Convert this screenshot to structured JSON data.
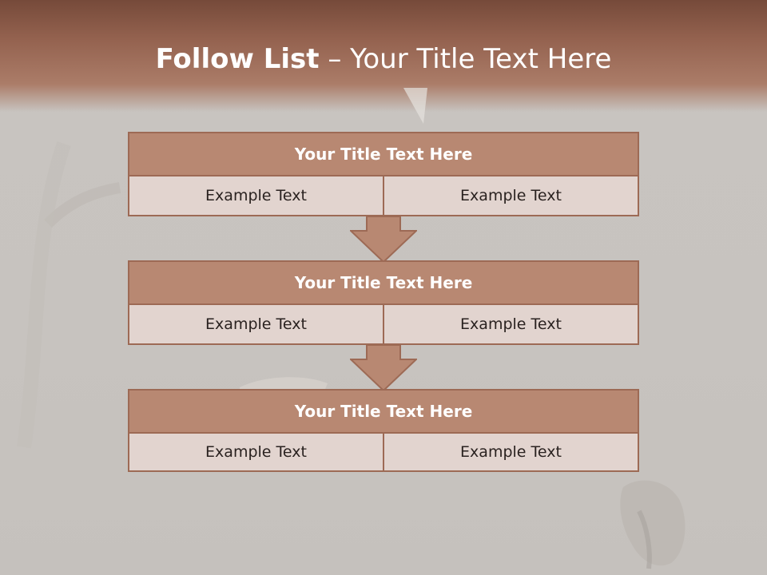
{
  "slide": {
    "title_bold": "Follow List",
    "title_rest": " – Your Title Text Here"
  },
  "steps": [
    {
      "title": "Your Title Text Here",
      "left": "Example Text",
      "right": "Example Text"
    },
    {
      "title": "Your Title Text Here",
      "left": "Example Text",
      "right": "Example Text"
    },
    {
      "title": "Your Title Text Here",
      "left": "Example Text",
      "right": "Example Text"
    }
  ],
  "colors": {
    "banner": "#94624f",
    "header_fill": "#b88872",
    "cell_fill": "#e2d4cf",
    "border": "#9d6a55",
    "background": "#c8c4c0"
  }
}
